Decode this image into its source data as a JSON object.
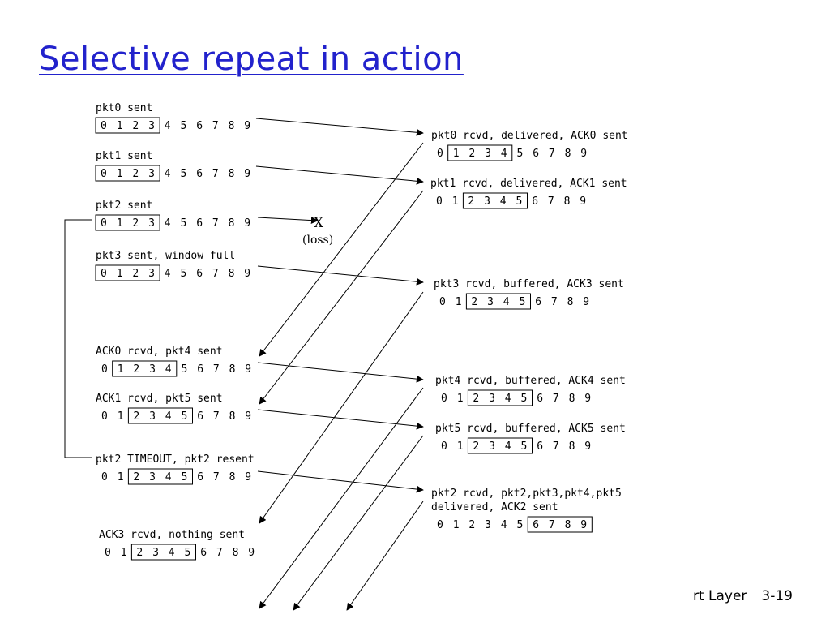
{
  "title": "Selective repeat in action",
  "footer": {
    "chapter": "rt Layer",
    "page": "3-19"
  },
  "loss": {
    "mark": "X",
    "label": "(loss)"
  },
  "sender_events": [
    {
      "label": "pkt0 sent",
      "digits": [
        "0",
        "1",
        "2",
        "3",
        "4",
        "5",
        "6",
        "7",
        "8",
        "9"
      ],
      "window": [
        0,
        3
      ]
    },
    {
      "label": "pkt1 sent",
      "digits": [
        "0",
        "1",
        "2",
        "3",
        "4",
        "5",
        "6",
        "7",
        "8",
        "9"
      ],
      "window": [
        0,
        3
      ]
    },
    {
      "label": "pkt2 sent",
      "digits": [
        "0",
        "1",
        "2",
        "3",
        "4",
        "5",
        "6",
        "7",
        "8",
        "9"
      ],
      "window": [
        0,
        3
      ]
    },
    {
      "label": "pkt3 sent, window full",
      "digits": [
        "0",
        "1",
        "2",
        "3",
        "4",
        "5",
        "6",
        "7",
        "8",
        "9"
      ],
      "window": [
        0,
        3
      ]
    },
    {
      "label": "ACK0 rcvd, pkt4 sent",
      "digits": [
        "0",
        "1",
        "2",
        "3",
        "4",
        "5",
        "6",
        "7",
        "8",
        "9"
      ],
      "window": [
        1,
        4
      ]
    },
    {
      "label": "ACK1 rcvd, pkt5 sent",
      "digits": [
        "0",
        "1",
        "2",
        "3",
        "4",
        "5",
        "6",
        "7",
        "8",
        "9"
      ],
      "window": [
        2,
        5
      ]
    },
    {
      "label": "pkt2 TIMEOUT, pkt2 resent",
      "digits": [
        "0",
        "1",
        "2",
        "3",
        "4",
        "5",
        "6",
        "7",
        "8",
        "9"
      ],
      "window": [
        2,
        5
      ]
    },
    {
      "label": "ACK3 rcvd, nothing sent",
      "digits": [
        "0",
        "1",
        "2",
        "3",
        "4",
        "5",
        "6",
        "7",
        "8",
        "9"
      ],
      "window": [
        2,
        5
      ]
    }
  ],
  "receiver_events": [
    {
      "label": "pkt0 rcvd, delivered, ACK0 sent",
      "digits": [
        "0",
        "1",
        "2",
        "3",
        "4",
        "5",
        "6",
        "7",
        "8",
        "9"
      ],
      "window": [
        1,
        4
      ]
    },
    {
      "label": "pkt1 rcvd, delivered, ACK1 sent",
      "digits": [
        "0",
        "1",
        "2",
        "3",
        "4",
        "5",
        "6",
        "7",
        "8",
        "9"
      ],
      "window": [
        2,
        5
      ]
    },
    {
      "label": "pkt3 rcvd, buffered, ACK3 sent",
      "digits": [
        "0",
        "1",
        "2",
        "3",
        "4",
        "5",
        "6",
        "7",
        "8",
        "9"
      ],
      "window": [
        2,
        5
      ]
    },
    {
      "label": "pkt4 rcvd, buffered, ACK4 sent",
      "digits": [
        "0",
        "1",
        "2",
        "3",
        "4",
        "5",
        "6",
        "7",
        "8",
        "9"
      ],
      "window": [
        2,
        5
      ]
    },
    {
      "label": "pkt5 rcvd, buffered, ACK5 sent",
      "digits": [
        "0",
        "1",
        "2",
        "3",
        "4",
        "5",
        "6",
        "7",
        "8",
        "9"
      ],
      "window": [
        2,
        5
      ]
    },
    {
      "label": "pkt2 rcvd, pkt2,pkt3,pkt4,pkt5",
      "label2": "delivered, ACK2 sent",
      "digits": [
        "0",
        "1",
        "2",
        "3",
        "4",
        "5",
        "6",
        "7",
        "8",
        "9"
      ],
      "window": [
        6,
        9
      ]
    }
  ]
}
